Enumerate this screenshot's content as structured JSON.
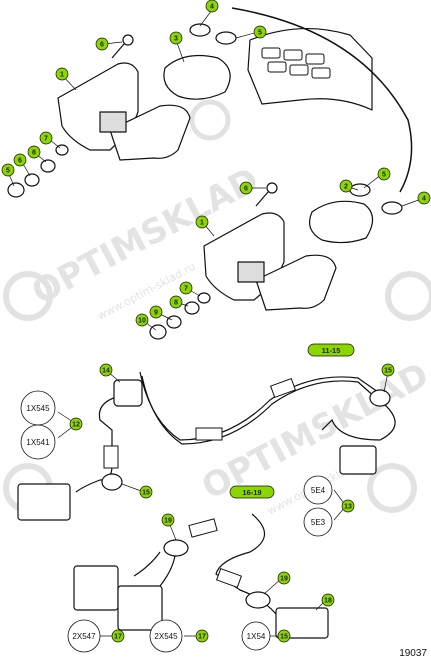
{
  "watermark": {
    "brand": "OPTIMSKLAD",
    "url": "www.optim-sklad.ru"
  },
  "reference_number": "19037",
  "callouts": [
    "1",
    "2",
    "3",
    "4",
    "5",
    "6",
    "7",
    "8",
    "9",
    "10",
    "12",
    "13",
    "14",
    "15",
    "17",
    "18",
    "19"
  ],
  "range_labels": {
    "top": "11-15",
    "middle": "16-19"
  },
  "connector_codes": {
    "c1x545": "1X545",
    "c1x541": "1X541",
    "c5e4": "5E4",
    "c5e3": "5E3",
    "c2x547": "2X547",
    "c2x545": "2X545",
    "c1x54": "1X54"
  }
}
